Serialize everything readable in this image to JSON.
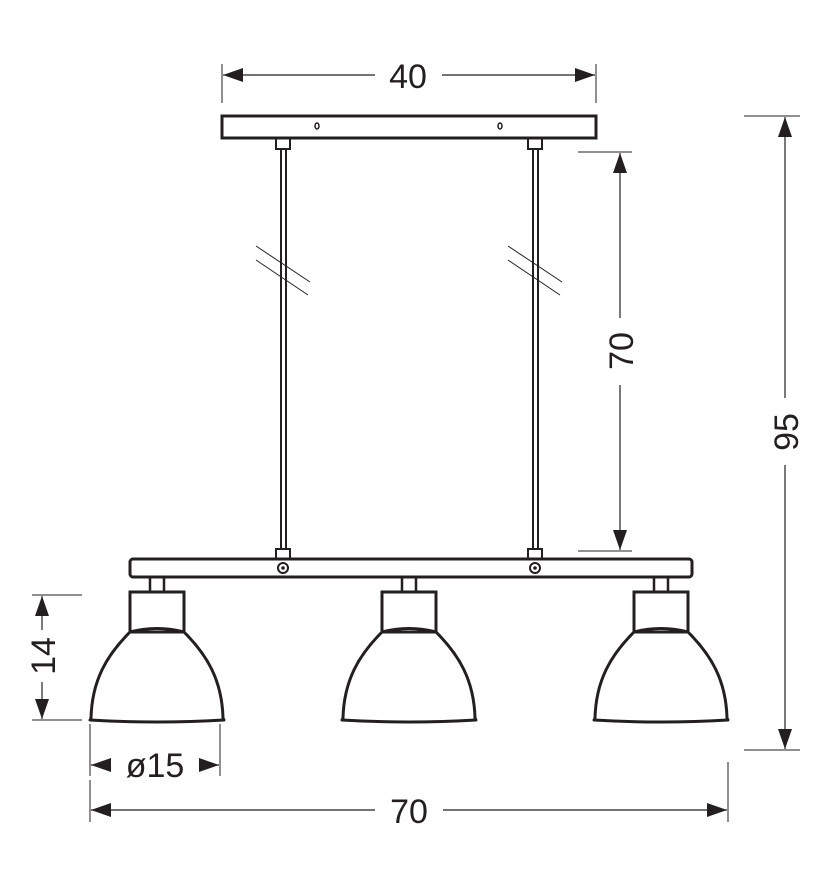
{
  "dimensions": {
    "plate_width": "40",
    "rod_length": "70",
    "total_height": "95",
    "shade_height": "14",
    "shade_diameter": "ø15",
    "total_width": "70"
  },
  "colors": {
    "line": "#231f20",
    "background": "#ffffff"
  }
}
